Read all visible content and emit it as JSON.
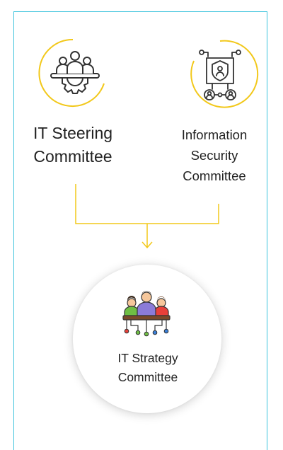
{
  "steering": {
    "line1": "IT Steering",
    "line2": "Committee",
    "icon": "team-gear-icon"
  },
  "security": {
    "line1": "Information",
    "line2": "Security",
    "line3": "Committee",
    "icon": "shield-network-icon"
  },
  "strategy": {
    "line1": "IT Strategy",
    "line2": "Committee",
    "icon": "meeting-team-icon"
  },
  "colors": {
    "frame": "#3cc3dc",
    "accent": "#f2c81a",
    "text": "#222222",
    "icon_stroke": "#333333"
  }
}
